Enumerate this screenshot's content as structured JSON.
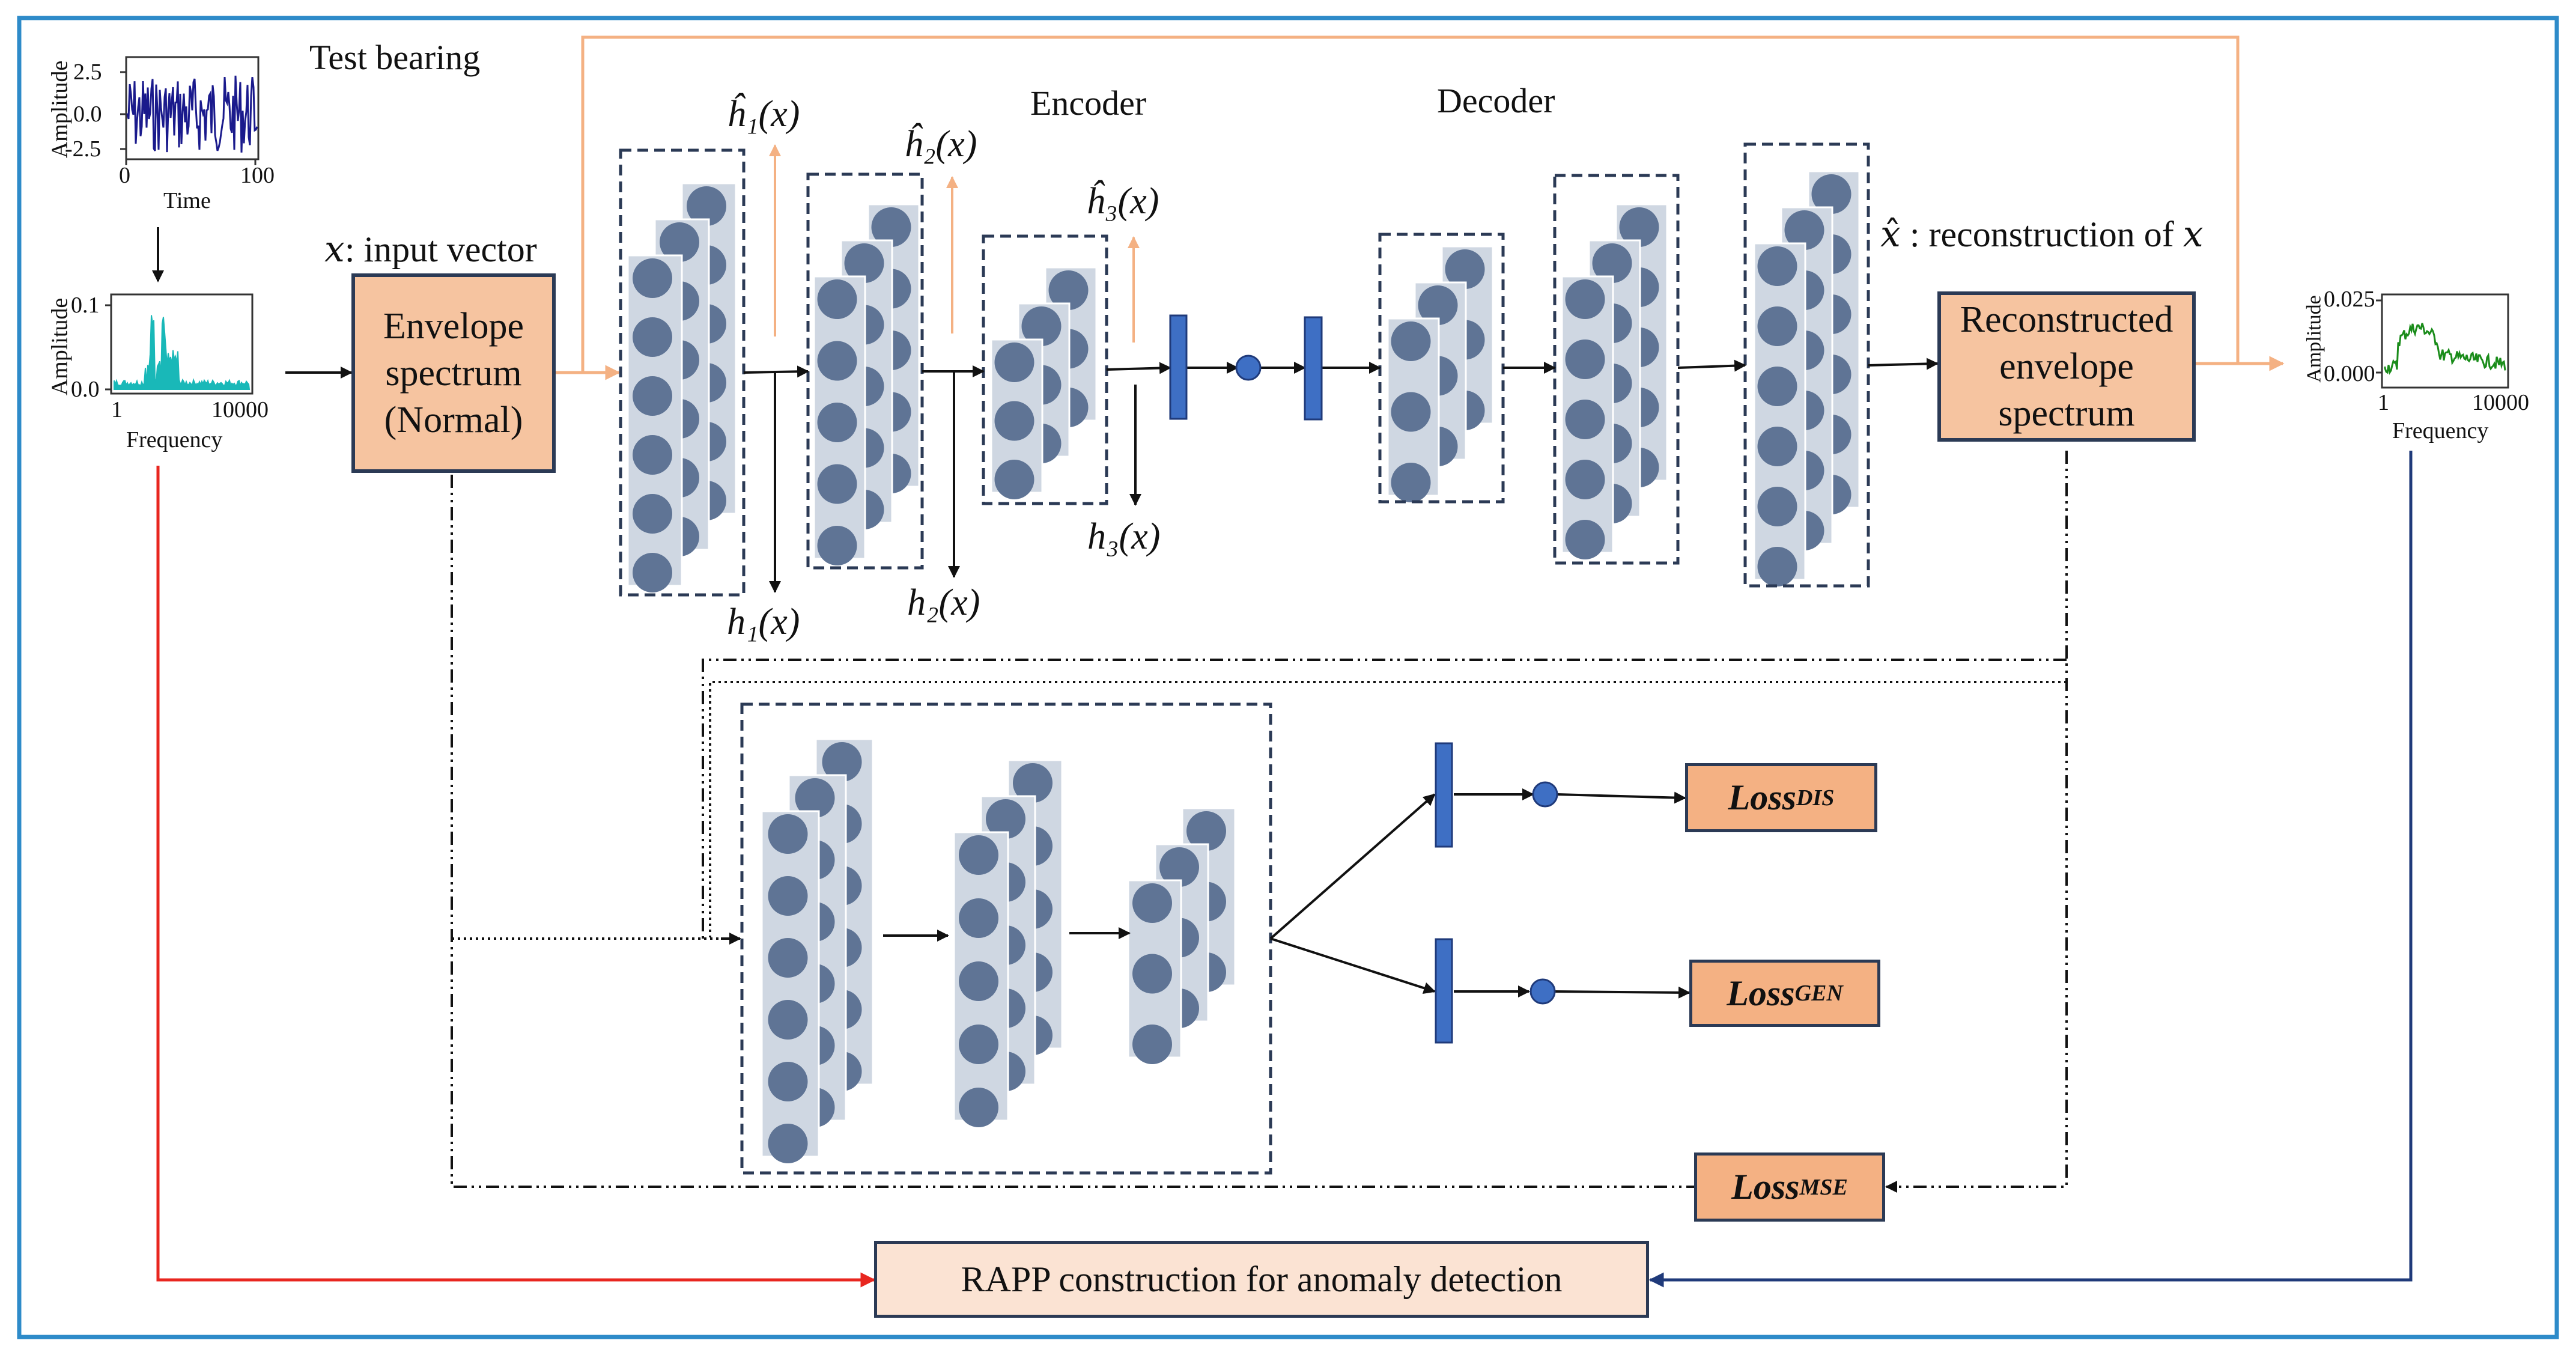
{
  "titles": {
    "test_bearing": "Test bearing",
    "encoder": "Encoder",
    "decoder": "Decoder"
  },
  "input_plots": {
    "time": {
      "ylabel": "Amplitude",
      "xlabel": "Time",
      "yticks": [
        "2.5",
        "0.0",
        "-2.5"
      ],
      "xticks": [
        "0",
        "100"
      ]
    },
    "freq": {
      "ylabel": "Amplitude",
      "xlabel": "Frequency",
      "yticks": [
        "0.1",
        "0.0"
      ],
      "xticks": [
        "1",
        "10000"
      ]
    }
  },
  "output_plot": {
    "ylabel": "Amplitude",
    "xlabel": "Frequency",
    "yticks": [
      "0.025",
      "0.000"
    ],
    "xticks": [
      "1",
      "10000"
    ]
  },
  "labels": {
    "input_vector": "𝑥: input vector",
    "reconstruction": "𝑥̂ : reconstruction of 𝑥",
    "h1_hat": "ĥ₁(x)",
    "h2_hat": "ĥ₂(x)",
    "h3_hat": "ĥ₃(x)",
    "h1": "h₁(x)",
    "h2": "h₂(x)",
    "h3": "h₃(x)"
  },
  "boxes": {
    "envelope": "Envelope spectrum (Normal)",
    "reconstructed": "Reconstructed envelope spectrum",
    "rapp": "RAPP construction for anomaly detection"
  },
  "losses": {
    "dis": {
      "base": "Loss",
      "sub": "DIS"
    },
    "gen": {
      "base": "Loss",
      "sub": "GEN"
    },
    "mse": {
      "base": "Loss",
      "sub": "MSE"
    }
  },
  "colors": {
    "frame": "#2e8bc9",
    "box_border": "#2b3a55",
    "neuron": "#5f7495",
    "layer_panel": "#cfd7e2",
    "bar": "#3e6fc4",
    "orange_arrow": "#f4b183",
    "red_line": "#e8261f",
    "navy_line": "#1f3a7a",
    "time_signal": "#1a1a8c",
    "freq_signal": "#19b8b8",
    "output_signal": "#1a8c1a"
  }
}
